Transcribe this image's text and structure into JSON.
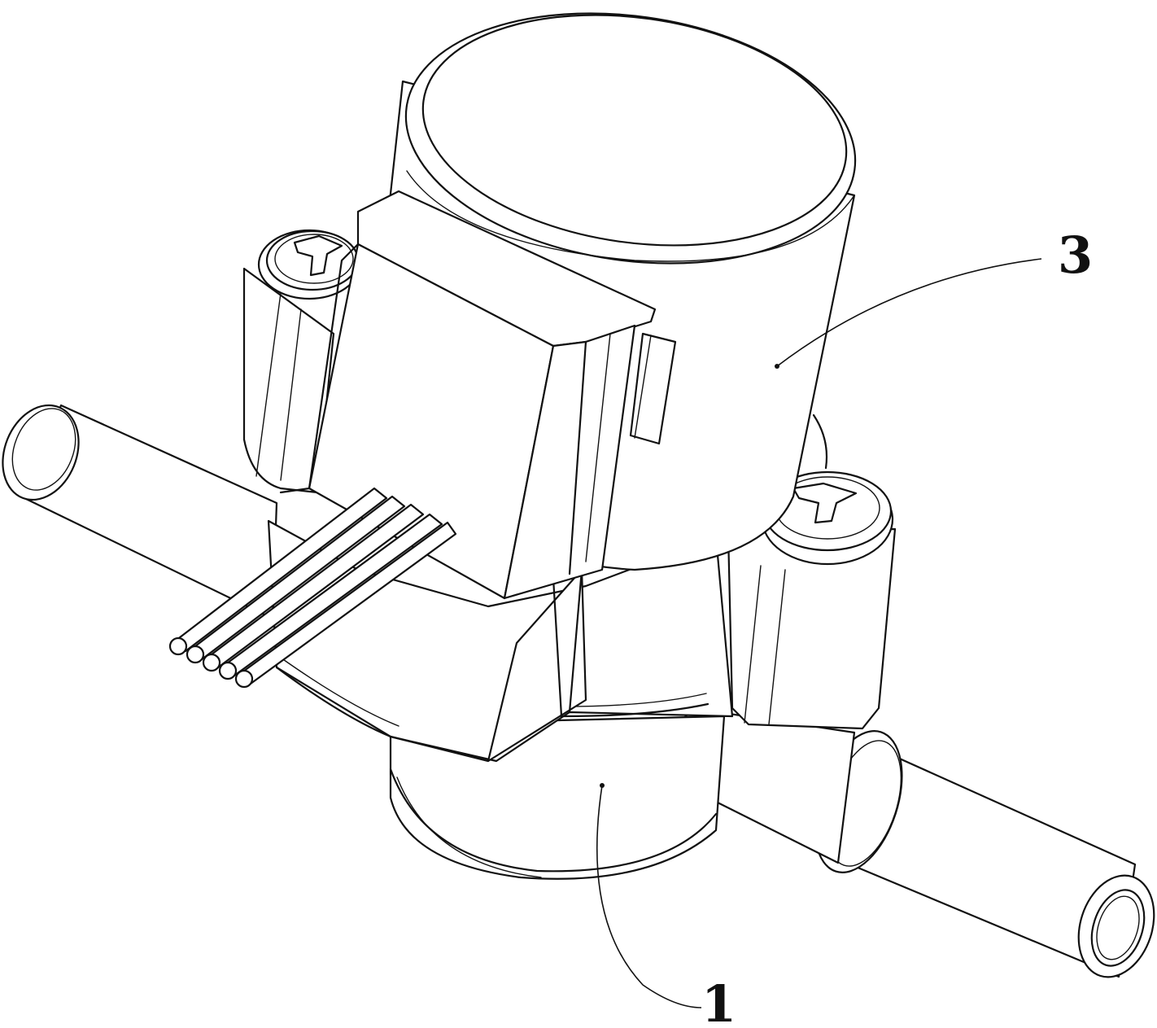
{
  "drawing": {
    "ink_color": "#111111",
    "background_color": "#ffffff",
    "callouts": [
      {
        "id": "callout-3",
        "label": "3"
      },
      {
        "id": "callout-1",
        "label": "1"
      }
    ]
  }
}
